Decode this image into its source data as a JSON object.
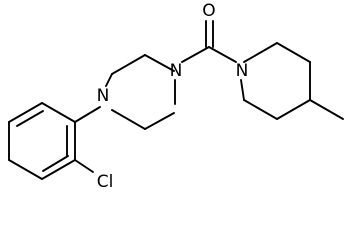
{
  "molecule": {
    "atoms": {
      "o": "O",
      "n_piperazine_left": "N",
      "n_piperazine_right": "N",
      "n_piperidine": "N",
      "cl": "Cl"
    },
    "colors": {
      "bond": "#000000",
      "label": "#000000",
      "background": "#ffffff"
    }
  }
}
